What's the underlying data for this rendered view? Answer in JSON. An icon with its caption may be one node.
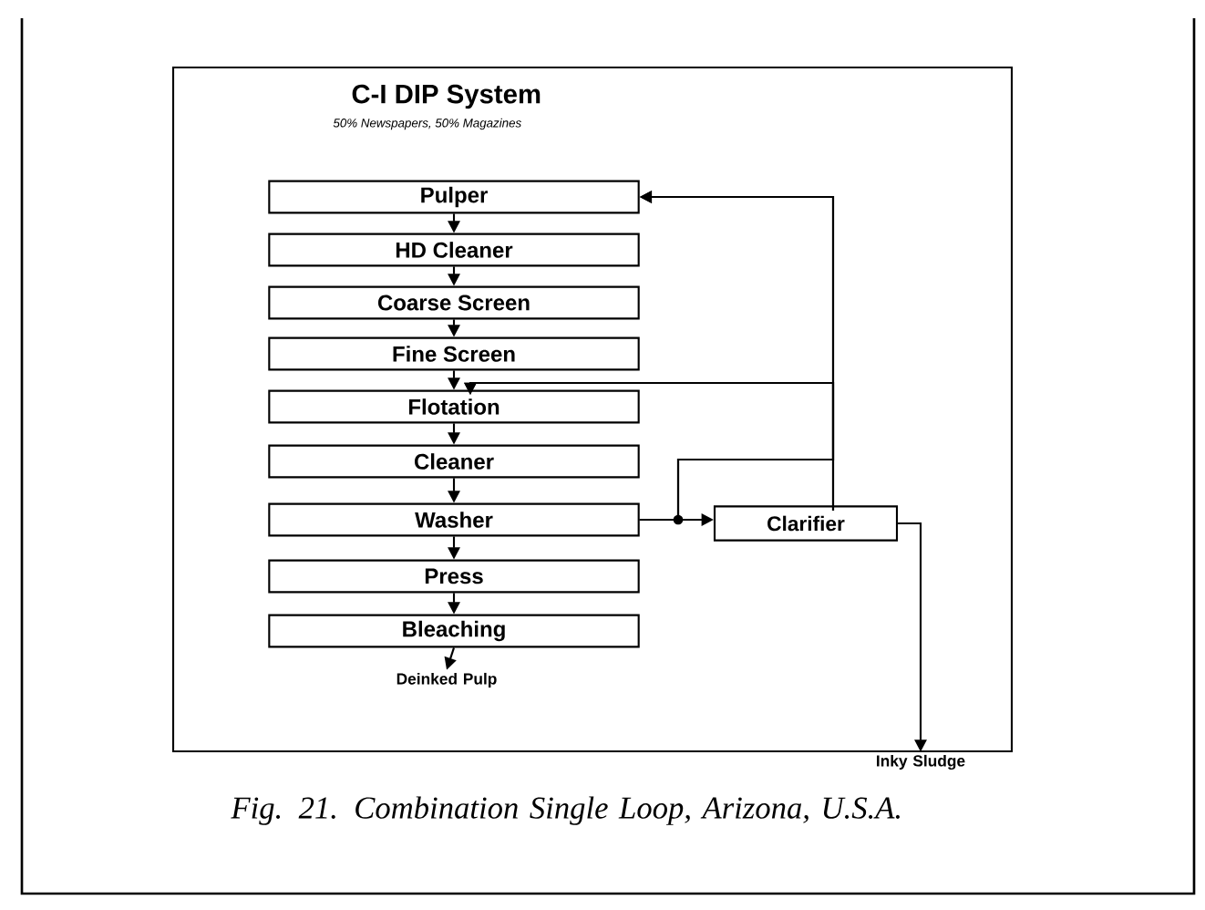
{
  "diagram": {
    "caption": "Fig. 21. Combination Single Loop, Arizona, U.S.A.",
    "nodes": [
      {
        "text": [
          "Pulper"
        ]
      },
      {
        "text": [
          "HD Cleaner"
        ]
      },
      {
        "text": [
          "Coarse Screen"
        ]
      },
      {
        "text": [
          "Fine Screen"
        ]
      },
      {
        "text": [
          "Flotation"
        ]
      },
      {
        "text": [
          "Cleaner"
        ]
      },
      {
        "text": [
          "Washer"
        ]
      },
      {
        "text": [
          "Press"
        ]
      },
      {
        "text": [
          "Bleaching"
        ]
      },
      {
        "text": [
          "Clarifier"
        ]
      },
      {
        "text": [
          "Inky Sludge"
        ]
      },
      {
        "text": [
          "Deinked Pulp"
        ]
      }
    ],
    "edges": [
      {
        "from": 0,
        "to": 1,
        "arrow": "to"
      },
      {
        "from": 1,
        "to": 2,
        "arrow": "to"
      },
      {
        "from": 2,
        "to": 3,
        "arrow": "to"
      },
      {
        "from": 3,
        "to": 4,
        "arrow": "to"
      },
      {
        "from": 4,
        "to": 5,
        "arrow": "to"
      },
      {
        "from": 5,
        "to": 6,
        "arrow": "to"
      },
      {
        "from": 6,
        "to": 7,
        "arrow": "to"
      },
      {
        "from": 7,
        "to": 8,
        "arrow": "to"
      },
      {
        "from": 8,
        "to": 11,
        "arrow": "to"
      },
      {
        "from": 6,
        "to": 9,
        "arrow": "to"
      },
      {
        "from": 9,
        "to": 10,
        "arrow": "to"
      },
      {
        "from": 9,
        "to": 0,
        "arrow": "to"
      },
      {
        "from": 9,
        "to": 4,
        "arrow": "to"
      },
      {
        "from": 6,
        "to": 0,
        "arrow": "to"
      },
      {
        "from": 6,
        "to": 4,
        "arrow": "to"
      }
    ],
    "labels": [
      "C-I DIP System",
      "50% Newspapers, 50% Magazines"
    ]
  }
}
